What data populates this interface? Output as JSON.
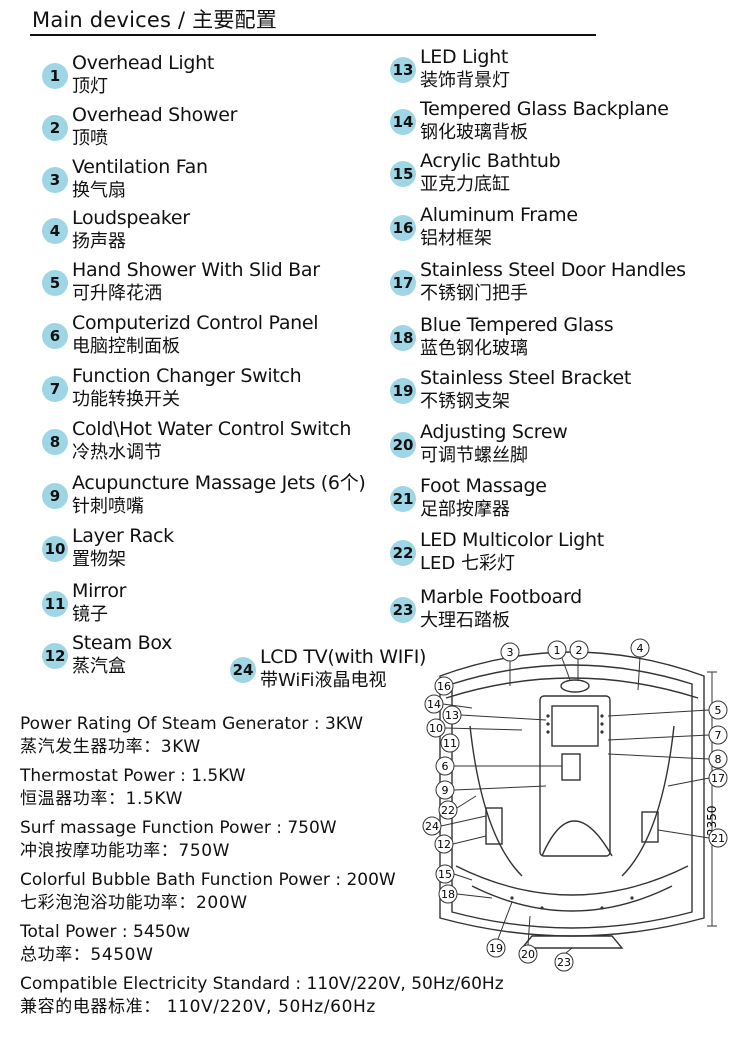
{
  "header": {
    "title": "Main devices / 主要配置"
  },
  "devices": [
    {
      "num": "1",
      "en": "Overhead Light",
      "cn": "顶灯"
    },
    {
      "num": "2",
      "en": "Overhead Shower",
      "cn": "顶喷"
    },
    {
      "num": "3",
      "en": "Ventilation Fan",
      "cn": "换气扇"
    },
    {
      "num": "4",
      "en": "Loudspeaker",
      "cn": "扬声器"
    },
    {
      "num": "5",
      "en": "Hand Shower With Slid Bar",
      "cn": "可升降花洒"
    },
    {
      "num": "6",
      "en": "Computerizd Control Panel",
      "cn": "电脑控制面板"
    },
    {
      "num": "7",
      "en": "Function Changer Switch",
      "cn": "功能转换开关"
    },
    {
      "num": "8",
      "en": "Cold\\Hot Water Control Switch",
      "cn": "冷热水调节"
    },
    {
      "num": "9",
      "en": "Acupuncture Massage Jets (6个)",
      "cn": "针刺喷嘴"
    },
    {
      "num": "10",
      "en": "Layer Rack",
      "cn": "置物架"
    },
    {
      "num": "11",
      "en": "Mirror",
      "cn": "镜子"
    },
    {
      "num": "12",
      "en": "Steam Box",
      "cn": "蒸汽盒"
    },
    {
      "num": "13",
      "en": "LED Light",
      "cn": "装饰背景灯"
    },
    {
      "num": "14",
      "en": "Tempered Glass Backplane",
      "cn": "钢化玻璃背板"
    },
    {
      "num": "15",
      "en": "Acrylic Bathtub",
      "cn": "亚克力底缸"
    },
    {
      "num": "16",
      "en": "Aluminum Frame",
      "cn": "铝材框架"
    },
    {
      "num": "17",
      "en": "Stainless Steel Door Handles",
      "cn": "不锈钢门把手"
    },
    {
      "num": "18",
      "en": "Blue Tempered Glass",
      "cn": "蓝色钢化玻璃"
    },
    {
      "num": "19",
      "en": "Stainless Steel Bracket",
      "cn": "不锈钢支架"
    },
    {
      "num": "20",
      "en": "Adjusting Screw",
      "cn": "可调节螺丝脚"
    },
    {
      "num": "21",
      "en": "Foot Massage",
      "cn": "足部按摩器"
    },
    {
      "num": "22",
      "en": "LED Multicolor Light",
      "cn": "LED 七彩灯"
    },
    {
      "num": "23",
      "en": "Marble Footboard",
      "cn": "大理石踏板"
    },
    {
      "num": "24",
      "en": "LCD TV(with WIFI)",
      "cn": "带WiFi液晶电视"
    }
  ],
  "specs": [
    {
      "en": "Power Rating Of Steam Generator : 3KW",
      "cn": "蒸汽发生器功率：3KW"
    },
    {
      "en": "Thermostat Power : 1.5KW",
      "cn": "恒温器功率：1.5KW"
    },
    {
      "en": "Surf massage Function Power : 750W",
      "cn": "冲浪按摩功能功率：750W"
    },
    {
      "en": "Colorful Bubble Bath Function Power : 200W",
      "cn": "七彩泡泡浴功能功率：200W"
    },
    {
      "en": "Total Power : 5450w",
      "cn": "总功率：5450W"
    },
    {
      "en": "Compatible Electricity Standard :   110V/220V,  50Hz/60Hz",
      "cn": "兼容的电器标准：  110V/220V, 50Hz/60Hz"
    }
  ],
  "diagram": {
    "height_label": "2350",
    "callouts_top": [
      "3",
      "1",
      "2",
      "4"
    ],
    "callouts_left": [
      "16",
      "14",
      "13",
      "10",
      "11",
      "6",
      "9",
      "22",
      "24",
      "12",
      "15",
      "18"
    ],
    "callouts_right": [
      "5",
      "7",
      "8",
      "17",
      "21"
    ],
    "callouts_bottom": [
      "19",
      "20",
      "23"
    ]
  },
  "colors": {
    "badge": "#9fd6e6",
    "text": "#111111",
    "line": "#333333"
  }
}
